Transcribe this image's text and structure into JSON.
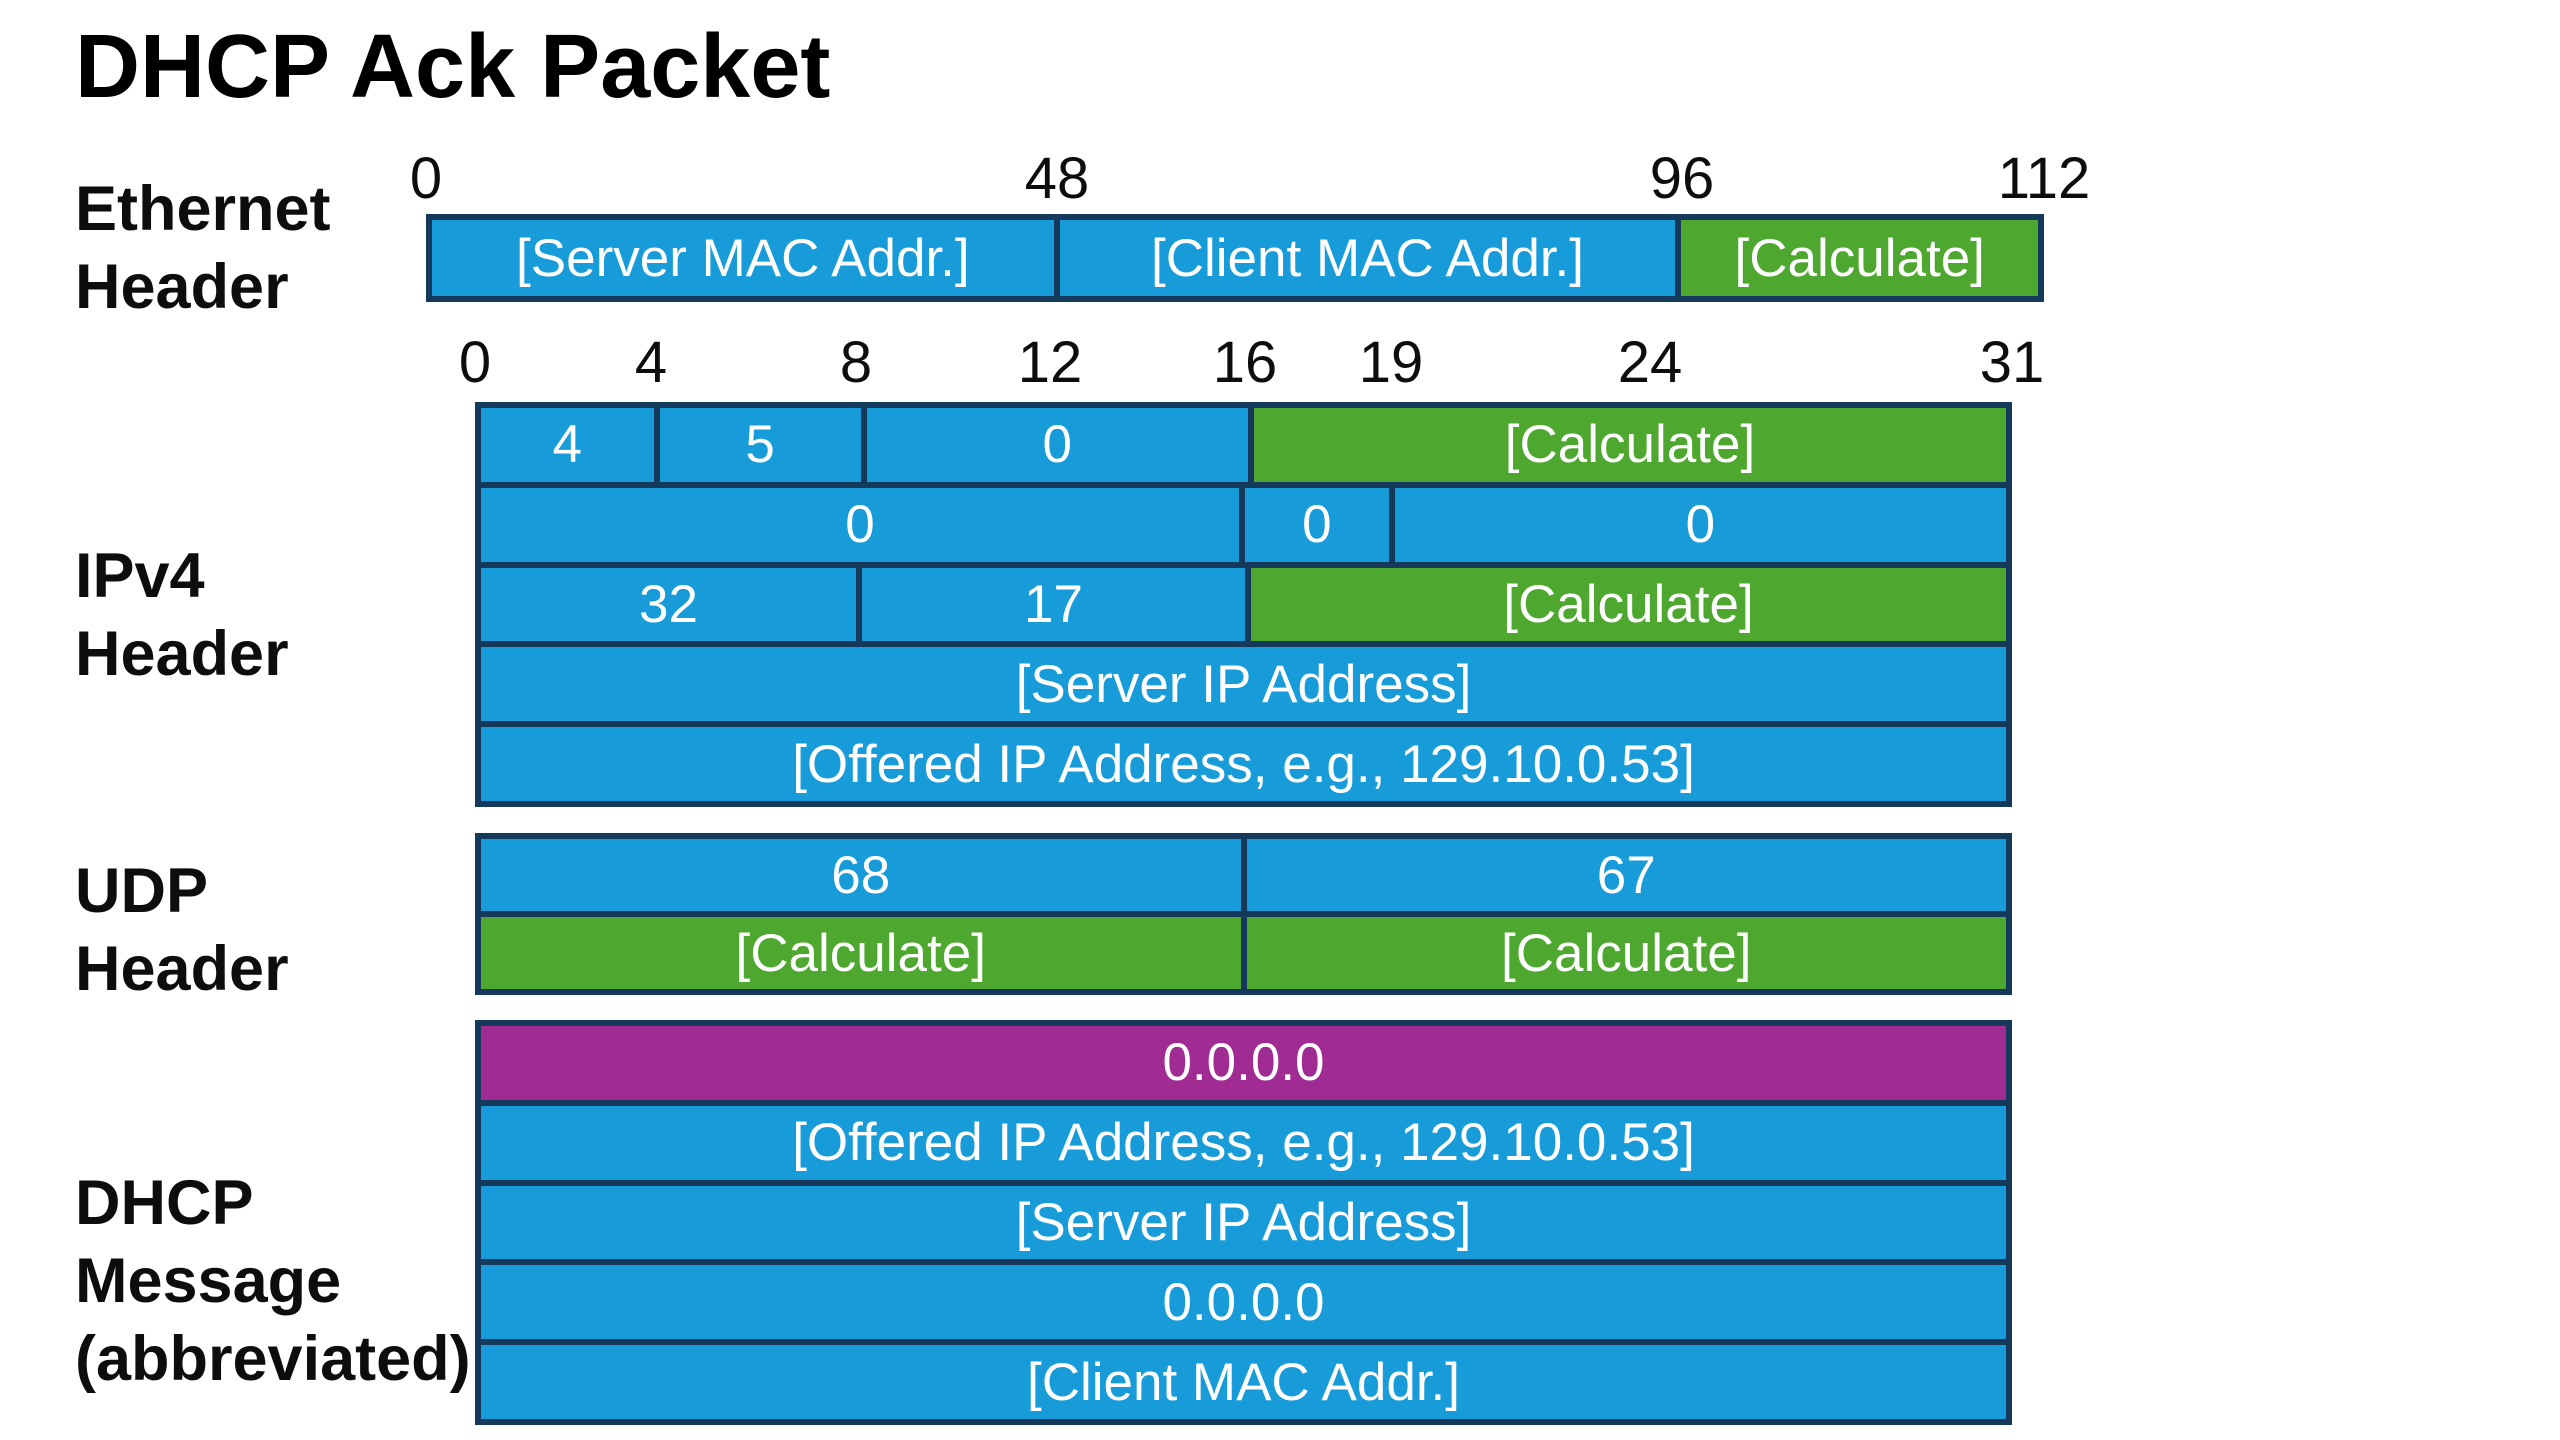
{
  "title": "DHCP Ack Packet",
  "colors": {
    "blue": "#189CD9",
    "green": "#4EA72E",
    "magenta": "#A02B93",
    "border": "#14395B",
    "text_dark": "#0D0D0D",
    "text_light": "#FFFFFF",
    "background": "#FFFFFF"
  },
  "sections": [
    {
      "label": "Ethernet Header",
      "label_lines": [
        "Ethernet",
        "Header"
      ],
      "ruler": [
        "0",
        "48",
        "96",
        "112"
      ],
      "rows": [
        {
          "cells": [
            {
              "label": "[Server MAC Addr.]",
              "color": "blue"
            },
            {
              "label": "[Client MAC Addr.]",
              "color": "blue"
            },
            {
              "label": "[Calculate]",
              "color": "green"
            }
          ]
        }
      ]
    },
    {
      "label": "IPv4 Header",
      "label_lines": [
        "IPv4",
        "Header"
      ],
      "ruler": [
        "0",
        "4",
        "8",
        "12",
        "16",
        "19",
        "24",
        "31"
      ],
      "rows": [
        {
          "cells": [
            {
              "label": "4",
              "color": "blue"
            },
            {
              "label": "5",
              "color": "blue"
            },
            {
              "label": "0",
              "color": "blue"
            },
            {
              "label": "[Calculate]",
              "color": "green"
            }
          ]
        },
        {
          "cells": [
            {
              "label": "0",
              "color": "blue"
            },
            {
              "label": "0",
              "color": "blue"
            },
            {
              "label": "0",
              "color": "blue"
            }
          ]
        },
        {
          "cells": [
            {
              "label": "32",
              "color": "blue"
            },
            {
              "label": "17",
              "color": "blue"
            },
            {
              "label": "[Calculate]",
              "color": "green"
            }
          ]
        },
        {
          "cells": [
            {
              "label": "[Server IP Address]",
              "color": "blue"
            }
          ]
        },
        {
          "cells": [
            {
              "label": "[Offered IP Address, e.g., 129.10.0.53]",
              "color": "blue"
            }
          ]
        }
      ]
    },
    {
      "label": "UDP Header",
      "label_lines": [
        "UDP",
        "Header"
      ],
      "ruler": [],
      "rows": [
        {
          "cells": [
            {
              "label": "68",
              "color": "blue"
            },
            {
              "label": "67",
              "color": "blue"
            }
          ]
        },
        {
          "cells": [
            {
              "label": "[Calculate]",
              "color": "green"
            },
            {
              "label": "[Calculate]",
              "color": "green"
            }
          ]
        }
      ]
    },
    {
      "label": "DHCP Message (abbreviated)",
      "label_lines": [
        "DHCP",
        "Message",
        "(abbreviated)"
      ],
      "ruler": [],
      "rows": [
        {
          "cells": [
            {
              "label": "0.0.0.0",
              "color": "magenta"
            }
          ]
        },
        {
          "cells": [
            {
              "label": "[Offered IP Address, e.g., 129.10.0.53]",
              "color": "blue"
            }
          ]
        },
        {
          "cells": [
            {
              "label": "[Server IP Address]",
              "color": "blue"
            }
          ]
        },
        {
          "cells": [
            {
              "label": "0.0.0.0",
              "color": "blue"
            }
          ]
        },
        {
          "cells": [
            {
              "label": "[Client MAC Addr.]",
              "color": "blue"
            }
          ]
        }
      ]
    }
  ]
}
